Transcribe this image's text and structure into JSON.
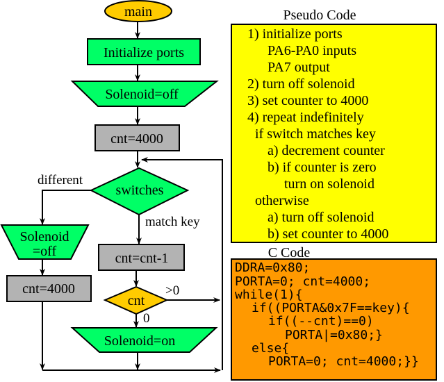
{
  "flowchart": {
    "start": "main",
    "init": "Initialize ports",
    "solenoid_off": "Solenoid=off",
    "cnt_init": "cnt=4000",
    "switches": "switches",
    "different_label": "different",
    "match_label": "match key",
    "left_solenoid_off_line1": "Solenoid",
    "left_solenoid_off_line2": "=off",
    "left_cnt_reset": "cnt=4000",
    "decrement": "cnt=cnt-1",
    "cnt_decision": "cnt",
    "gt0_label": ">0",
    "zero_label": "0",
    "solenoid_on": "Solenoid=on"
  },
  "pseudo_code": {
    "title": "Pseudo Code",
    "lines": [
      "1) initialize ports",
      "PA6-PA0 inputs",
      "PA7 output",
      "2) turn off solenoid",
      "3) set counter to 4000",
      "4) repeat indefinitely",
      "if switch matches key",
      "a) decrement counter",
      "b) if counter is zero",
      "turn on solenoid",
      "otherwise",
      "a) turn off solenoid",
      "b) set counter to 4000"
    ]
  },
  "c_code": {
    "title": "C Code",
    "lines": [
      "DDRA=0x80;",
      "PORTA=0; cnt=4000;",
      "while(1){",
      "if((PORTA&0x7F==key){",
      "if((--cnt)==0)",
      "PORTA|=0x80;}",
      "else{",
      "PORTA=0; cnt=4000;}}"
    ]
  },
  "colors": {
    "green": "#00ff66",
    "gold": "#ffcc00",
    "gray": "#b3b3b3",
    "yellow": "#ffff00",
    "orange": "#ff9900"
  }
}
